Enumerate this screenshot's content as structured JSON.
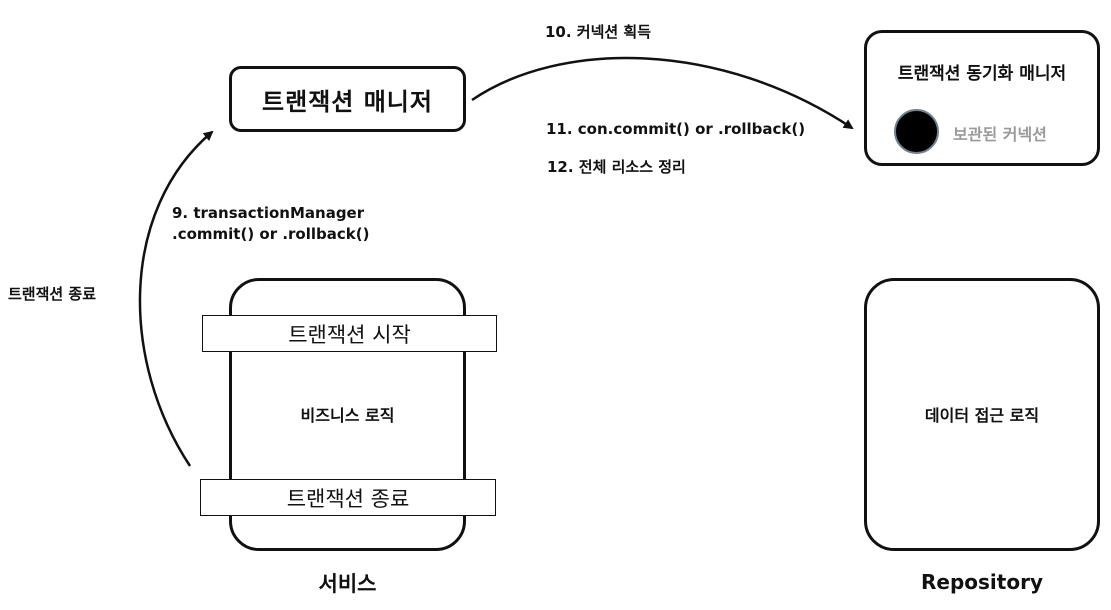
{
  "transaction_manager": {
    "title": "트랜잭션 매니저"
  },
  "sync_manager": {
    "title": "트랜잭션 동기화 매니저",
    "held_connection_label": "보관된 커넥션"
  },
  "steps": {
    "acquire": "10. 커넥션 획득",
    "commit": "11. con.commit() or .rollback()",
    "cleanup": "12. 전체 리소스 정리",
    "tm_commit_line1": "9. transactionManager",
    "tm_commit_line2": ".commit() or .rollback()",
    "tx_end_side": "트랜잭션 종료"
  },
  "service": {
    "tx_start": "트랜잭션 시작",
    "business_logic": "비즈니스 로직",
    "tx_end": "트랜잭션 종료",
    "label": "서비스"
  },
  "repository": {
    "data_logic": "데이터 접근 로직",
    "label": "Repository"
  }
}
